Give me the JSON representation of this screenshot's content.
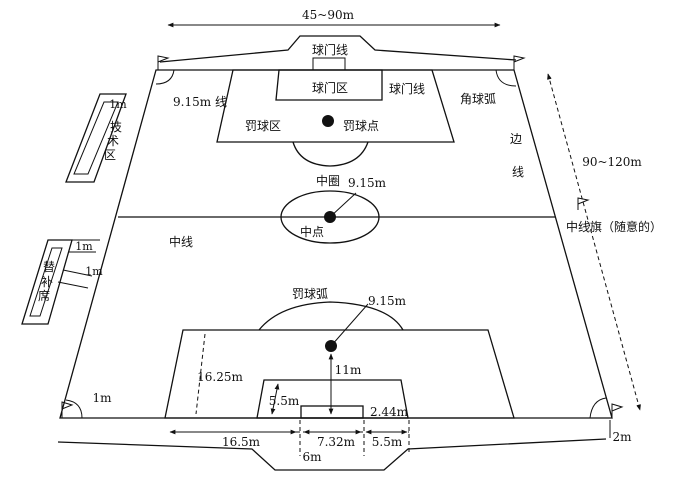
{
  "labels": {
    "top_width": "45~90m",
    "goal_line_top_box": "球门线",
    "goal_area": "球门区",
    "goal_line_right": "球门线",
    "corner_arc": "角球弧",
    "dist_915_line": "9.15m 线",
    "penalty_area": "罚球区",
    "penalty_spot": "罚球点",
    "touchline_char1": "边",
    "touchline_char2": "线",
    "length": "90~120m",
    "center_circle": "中圈",
    "center_radius": "9.15m",
    "center_spot": "中点",
    "halfway_line": "中线",
    "halfway_flag": "中线旗（随意的）",
    "technical_area": [
      "技",
      "术",
      "区"
    ],
    "substitutes_bench": [
      "替",
      "补",
      "席"
    ],
    "tech_1m": "1m",
    "bench_1m_a": "1m",
    "bench_1m_b": "1m",
    "penalty_arc": "罚球弧",
    "arc_radius": "9.15m",
    "pa_depth": "16.25m",
    "spot_dist": "11m",
    "ga_depth": "5.5m",
    "goal_height": "2.44m",
    "corner_1m": "1m",
    "dim_165": "16.5m",
    "dim_732": "7.32m",
    "dim_55": "5.5m",
    "dim_6": "6m",
    "dim_2": "2m"
  },
  "colors": {
    "line": "#111111",
    "background": "#ffffff"
  }
}
